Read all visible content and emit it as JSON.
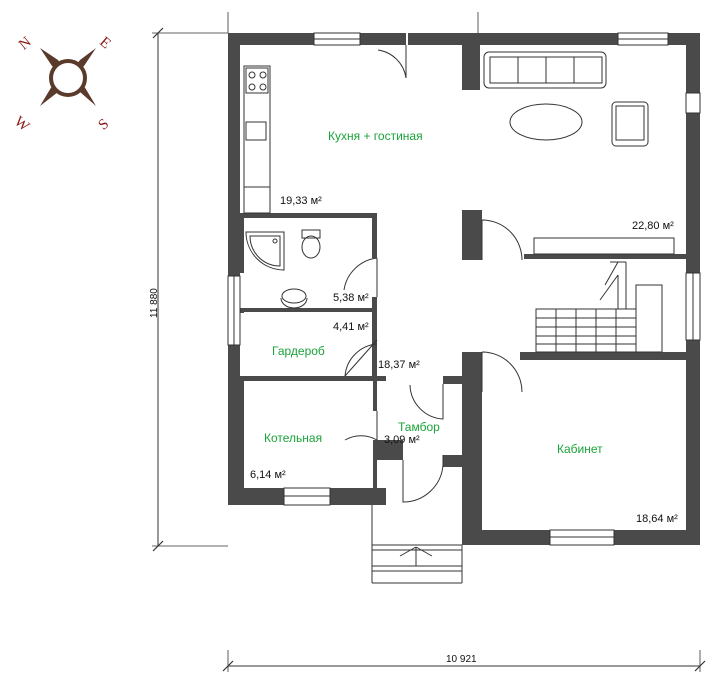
{
  "compass": {
    "n": "N",
    "e": "E",
    "s": "S",
    "w": "W"
  },
  "dimensions": {
    "height": "11 880",
    "width": "10 921"
  },
  "rooms": {
    "kitchen_living": {
      "name": "Кухня + гостиная",
      "area_kitchen": "19,33 м²",
      "area_living": "22,80 м²"
    },
    "bathroom": {
      "area": "5,38 м²"
    },
    "wardrobe": {
      "name": "Гардероб",
      "area": "4,41 м²"
    },
    "hall": {
      "area": "18,37 м²"
    },
    "boiler": {
      "name": "Котельная",
      "area": "6,14 м²"
    },
    "vestibule": {
      "name": "Тамбор",
      "area": "3,09 м²"
    },
    "office": {
      "name": "Кабинет",
      "area": "18,64 м²"
    }
  },
  "colors": {
    "wall": "#4a4a4a",
    "room_label": "#1aa33a",
    "compass": "#8b1a1a"
  }
}
